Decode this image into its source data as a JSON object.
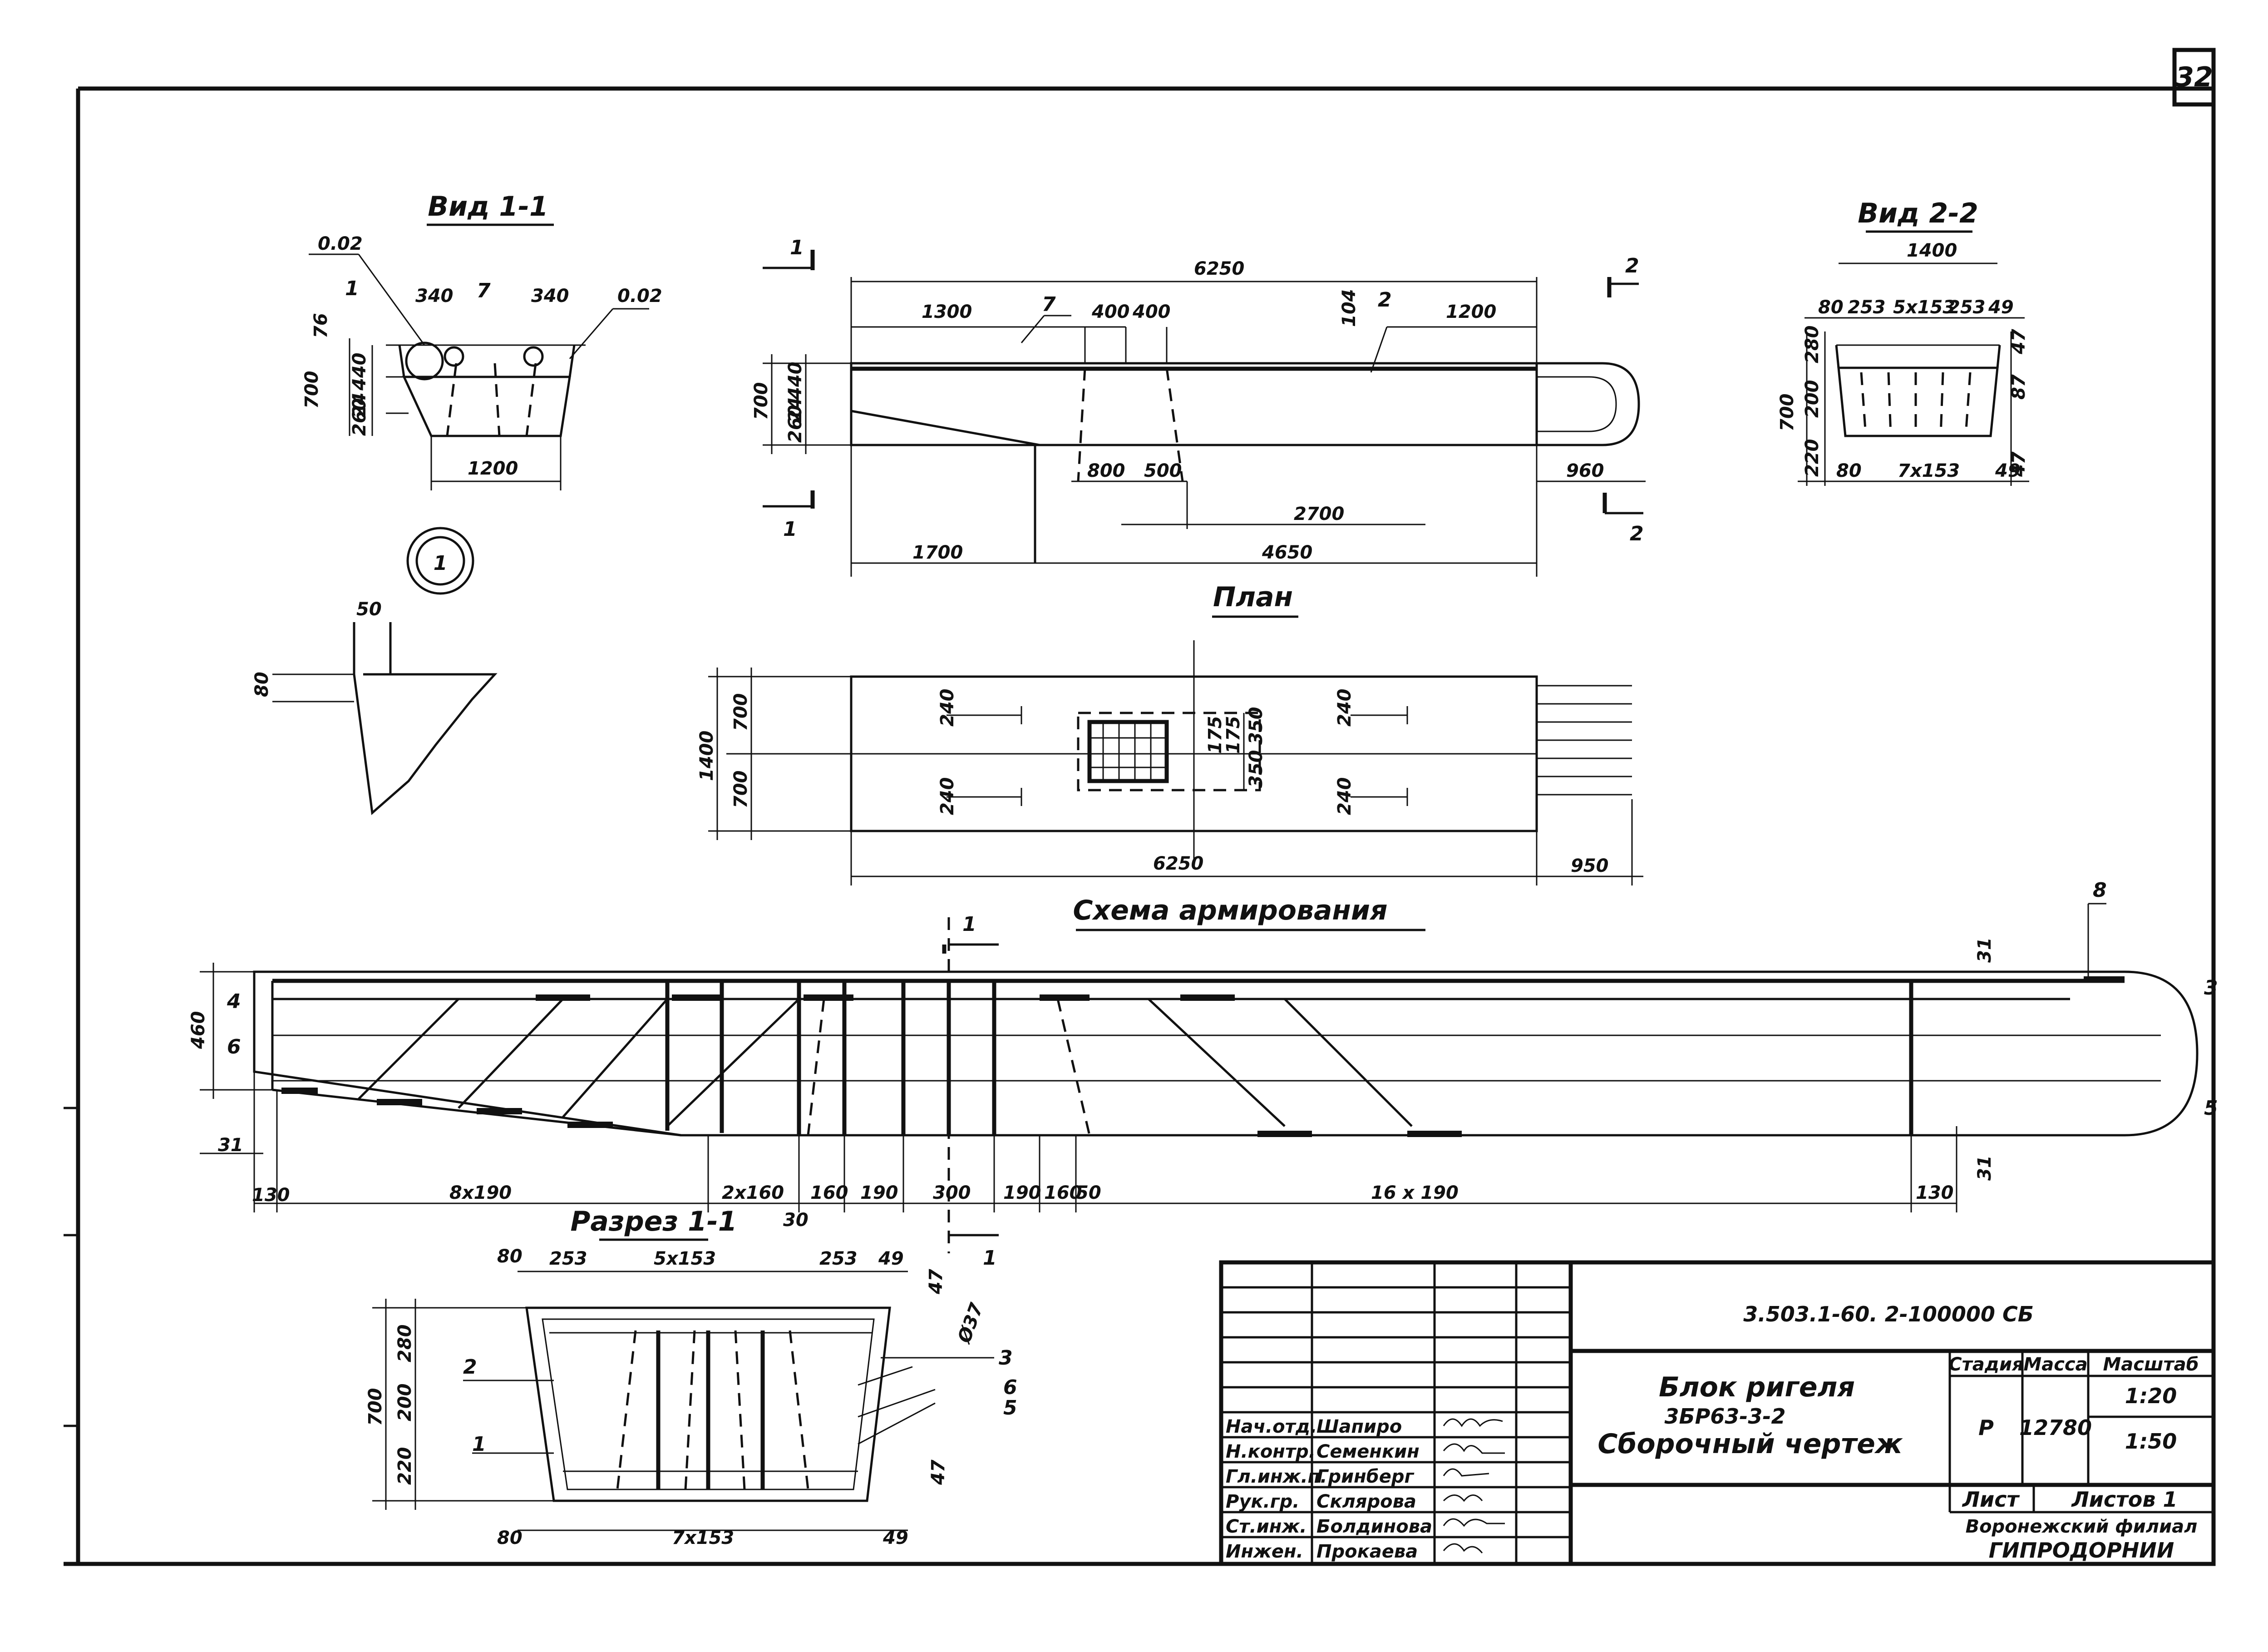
{
  "sheet_number": "32",
  "views": {
    "view11": {
      "title": "Вид 1-1",
      "dims": [
        "0.02",
        "340",
        "340",
        "0.02",
        "1200",
        "76",
        "700",
        "440",
        "24",
        "260"
      ],
      "marks": [
        "1",
        "7"
      ],
      "detail_circle": "1",
      "detail_dim": [
        "50",
        "80"
      ]
    },
    "main_elevation": {
      "dims": [
        "6250",
        "1300",
        "400",
        "400",
        "1200",
        "104",
        "700",
        "440",
        "24",
        "260",
        "800",
        "500",
        "2700",
        "960",
        "1700",
        "4650"
      ],
      "marks": [
        "7",
        "2"
      ],
      "section_marks": [
        "1",
        "1",
        "2",
        "2"
      ]
    },
    "view22": {
      "title": "Вид 2-2",
      "dims": [
        "1400",
        "80",
        "253",
        "5x153",
        "253",
        "49",
        "280",
        "200",
        "220",
        "700",
        "47",
        "87",
        "80",
        "7x153",
        "49",
        "47"
      ]
    },
    "plan": {
      "title": "План",
      "dims": [
        "700",
        "1400",
        "700",
        "240",
        "240",
        "240",
        "240",
        "175",
        "175",
        "350",
        "350",
        "6250",
        "950"
      ]
    },
    "scheme": {
      "title": "Схема армирования",
      "dims": [
        "8x190",
        "2x160",
        "160",
        "190",
        "300",
        "190",
        "160",
        "50",
        "16 x 190",
        "130",
        "130",
        "30",
        "31",
        "31",
        "31",
        "460"
      ],
      "marks": [
        "4",
        "6",
        "3",
        "5",
        "8",
        "1",
        "1"
      ]
    },
    "section11": {
      "title": "Разрез 1-1",
      "dims": [
        "80",
        "253",
        "5x153",
        "253",
        "49",
        "47",
        "280",
        "200",
        "220",
        "700",
        "80",
        "7x153",
        "49",
        "47",
        "Ø37"
      ],
      "marks": [
        "2",
        "1",
        "3",
        "6",
        "5"
      ]
    }
  },
  "title_block": {
    "doc_code": "3.503.1-60. 2-100000 СБ",
    "name_line1": "Блок ригеля",
    "name_line2": "3БР63-3-2",
    "name_line3": "Сборочный чертеж",
    "col_stage": "Стадия",
    "col_mass": "Масса",
    "col_scale": "Масштаб",
    "stage": "Р",
    "mass": "12780",
    "scale1": "1:20",
    "scale2": "1:50",
    "sheet_label": "Лист",
    "sheets_label": "Листов 1",
    "org1": "Воронежский филиал",
    "org2": "ГИПРОДОРНИИ",
    "staff": [
      {
        "role": "Нач.отд.",
        "name": "Шапиро"
      },
      {
        "role": "Н.контр.",
        "name": "Семенкин"
      },
      {
        "role": "Гл.инж.п.",
        "name": "Гринберг"
      },
      {
        "role": "Рук.гр.",
        "name": "Склярова"
      },
      {
        "role": "Ст.инж.",
        "name": "Болдинова"
      },
      {
        "role": "Инжен.",
        "name": "Прокаева"
      }
    ]
  }
}
